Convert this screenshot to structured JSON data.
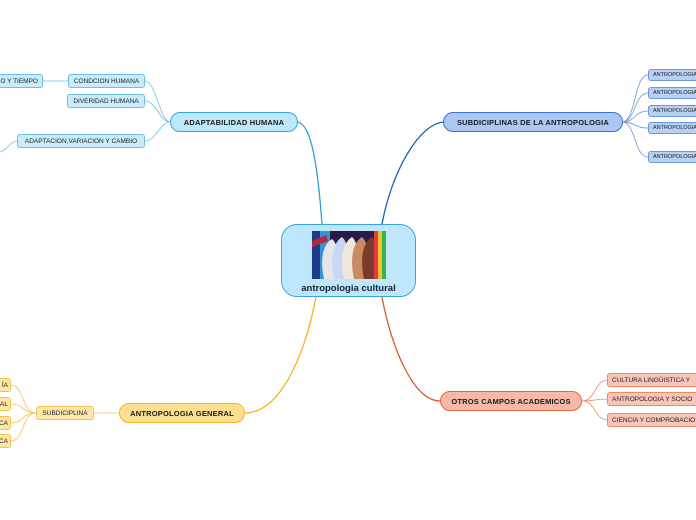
{
  "central": {
    "title": "antropologia cultural",
    "image": "multicolored-faces-painting-image"
  },
  "branches": {
    "adaptabilidad": {
      "label": "ADAPTABILIDAD HUMANA",
      "color": "#2b9fd9",
      "children": [
        "CONDCION HUMANA",
        "DIVERIDAD HUMANA",
        "ADAPTACION,VARIACION Y CAMBIO"
      ],
      "grandchild": "O Y TIEMPO"
    },
    "subdisciplinas": {
      "label": "SUBDICIPLINAS DE LA ANTROPOLOGIA",
      "color": "#1f5fb8",
      "children": [
        "ANTROPOLOGIA",
        "ANTROPOLOGIA",
        "ANTROPOLOGIA",
        "ANTROPOLOGIA",
        "ANTROPOLOGIA"
      ]
    },
    "otros": {
      "label": "OTROS CAMPOS ACADEMICOS",
      "color": "#e0542a",
      "children": [
        "CULTURA LINGÜISTICA Y",
        "ANTROPOLOGIA Y SOCIO",
        "CIENCIA Y COMPROBACIO"
      ]
    },
    "general": {
      "label": "ANTROPOLOGIA GENERAL",
      "color": "#f2b51f",
      "child": "SUBDICIPLINA",
      "leaves": [
        "ÍA",
        "AL",
        "CA",
        "CA"
      ]
    }
  }
}
